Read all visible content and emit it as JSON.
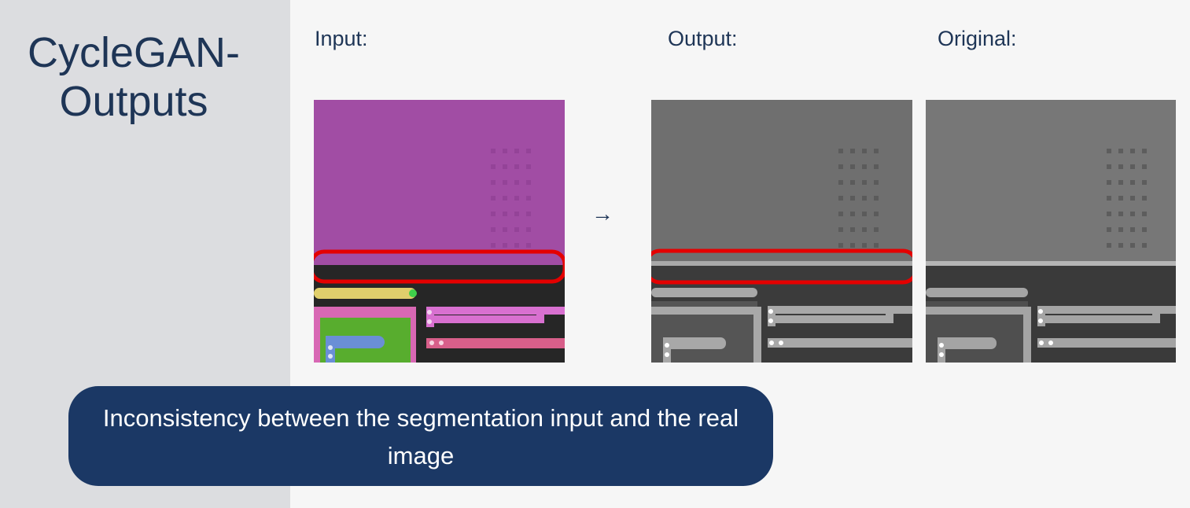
{
  "slide": {
    "title_line1": "CycleGAN-",
    "title_line2": "Outputs"
  },
  "labels": {
    "input": "Input:",
    "output": "Output:",
    "original": "Original:"
  },
  "arrow": "→",
  "callout": {
    "text": "Inconsistency between the segmentation input and the real image"
  },
  "colors": {
    "title": "#1e3556",
    "callout_bg": "#1b3865",
    "highlight": "#e40000",
    "segmentation_magenta": "#a14da4"
  },
  "images": {
    "input": "segmentation-map",
    "output": "generated-sem-image",
    "original": "real-sem-image"
  }
}
